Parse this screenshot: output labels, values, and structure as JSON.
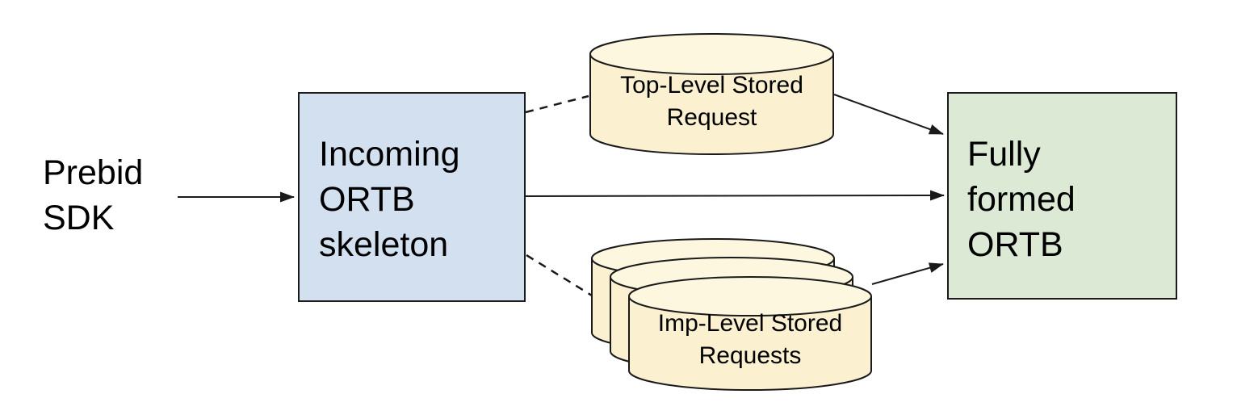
{
  "colors": {
    "background": "#ffffff",
    "line": "#1a1a1a",
    "text": "#000000",
    "incoming_fill": "#d2e0f0",
    "fully_fill": "#dbe9d5",
    "cylinder_body_fill": "#fbf1d0",
    "cylinder_cap_fill": "#fdf7e0"
  },
  "nodes": {
    "prebid": {
      "line1": "Prebid",
      "line2": "SDK"
    },
    "incoming": {
      "line1": "Incoming",
      "line2": "ORTB",
      "line3": "skeleton"
    },
    "top_stored": {
      "line1": "Top-Level Stored",
      "line2": "Request"
    },
    "imp_stored": {
      "line1": "Imp-Level Stored",
      "line2": "Requests"
    },
    "fully_formed": {
      "line1": "Fully",
      "line2": "formed",
      "line3": "ORTB"
    }
  }
}
